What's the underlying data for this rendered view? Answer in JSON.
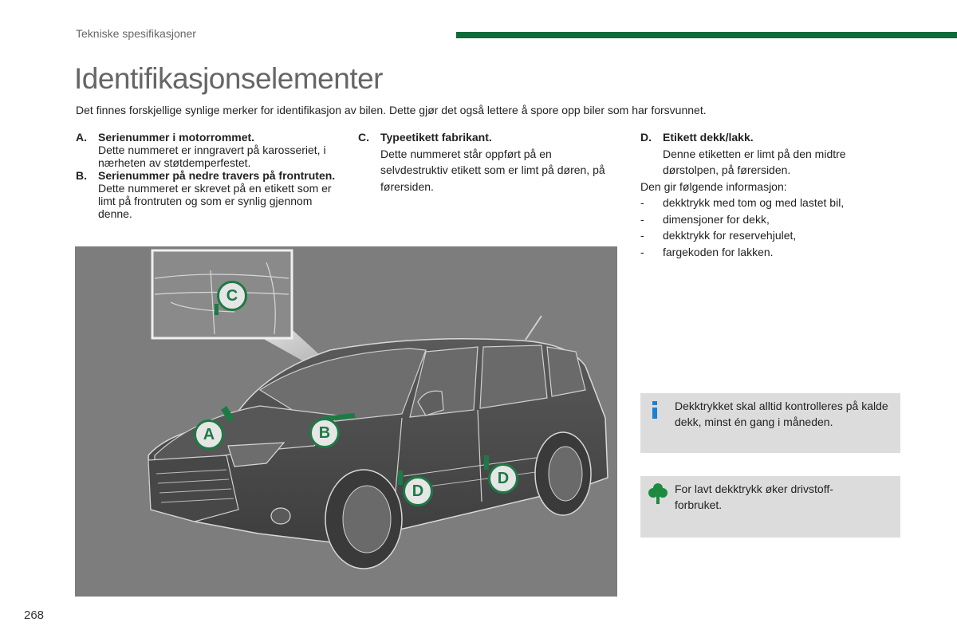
{
  "header": {
    "section": "Tekniske spesifikasjoner",
    "accent_color": "#0e6b3a"
  },
  "title": "Identifikasjonselementer",
  "intro": "Det finnes forskjellige synlige merker for identifikasjon av bilen. Dette gjør det også lettere å spore opp biler som har forsvunnet.",
  "items": {
    "a": {
      "letter": "A.",
      "heading": "Serienummer i motorrommet.",
      "body": "Dette nummeret er inngravert på karosseriet, i nærheten av støtdemperfestet."
    },
    "b": {
      "letter": "B.",
      "heading": "Serienummer på nedre travers på frontruten.",
      "body": "Dette nummeret er skrevet på en etikett som er limt på frontruten og som er synlig gjennom denne."
    },
    "c": {
      "letter": "C.",
      "heading": "Typeetikett fabrikant.",
      "body": "Dette nummeret står oppført på en selvdestruktiv etikett som er limt på døren, på førersiden."
    },
    "d": {
      "letter": "D.",
      "heading": "Etikett dekk/lakk.",
      "body": "Denne etiketten er limt på den midtre dørstolpen, på førersiden.",
      "info_intro": "Den gir følgende informasjon:",
      "list": [
        "dekktrykk med tom og med lastet bil,",
        "dimensjoner for dekk,",
        "dekktrykk for reservehjulet,",
        "fargekoden for lakken."
      ],
      "bullet": "-"
    }
  },
  "figure": {
    "labels": [
      "A",
      "B",
      "C",
      "D",
      "D"
    ],
    "marker_color": "#1d7a45"
  },
  "notes": [
    {
      "icon": "info-icon",
      "text": "Dekktrykket skal alltid kontrolleres på kalde dekk, minst én gang i måneden."
    },
    {
      "icon": "clover-icon",
      "text": "For lavt dekktrykk øker drivstoff-forbruket."
    }
  ],
  "page_number": "268"
}
